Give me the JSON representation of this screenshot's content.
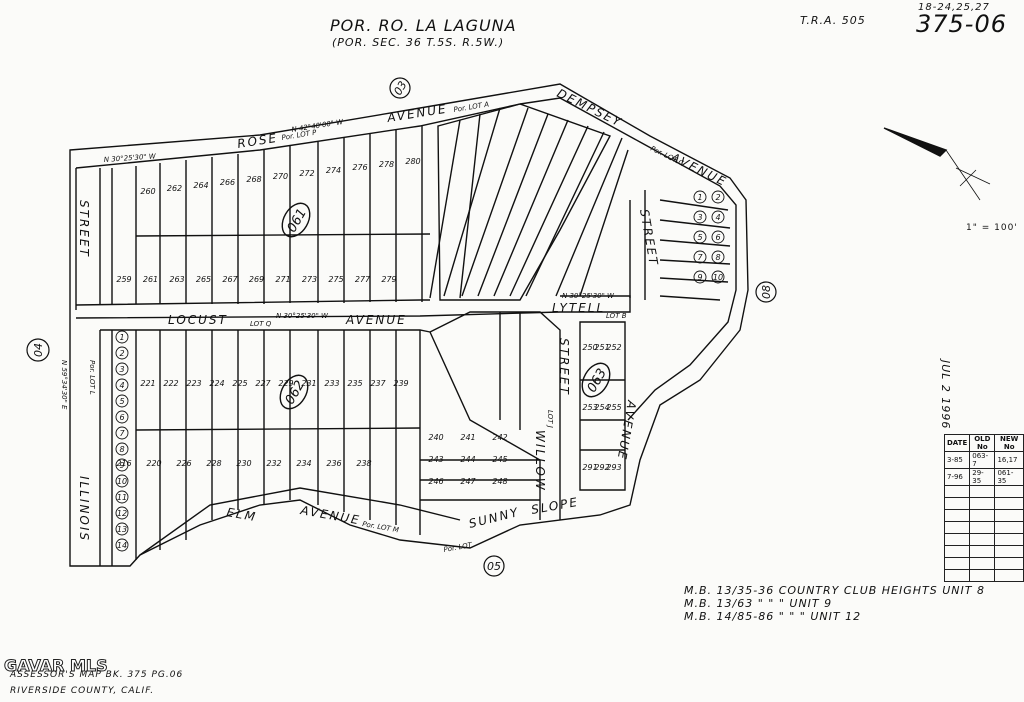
{
  "header": {
    "title": "POR. RO. LA LAGUNA",
    "subtitle": "(POR. SEC. 36 T.5S. R.5W.)",
    "tra": "T.R.A. 505",
    "page_ref": "18-24,25,27",
    "page_number": "375-06"
  },
  "scale": "1\" = 100'",
  "stamp": "JUL 2 1996",
  "streets": {
    "rose": "ROSE",
    "rose_avenue": "AVENUE",
    "dempsey": "DEMPSEY",
    "dempsey_avenue": "AVENUE",
    "locust": "LOCUST",
    "locust_avenue": "AVENUE",
    "elm": "ELM",
    "elm_avenue": "AVENUE",
    "illinois": "ILLINOIS",
    "street_west": "STREET",
    "street_east": "STREET",
    "willow": "WILLOW",
    "willow_street": "STREET",
    "lytell": "LYTELL",
    "sunny": "SUNNY",
    "slope": "SLOPE",
    "east_avenue": "AVENUE"
  },
  "lot_labels": {
    "lot_a": "Por. LOT A",
    "lot_p": "Por. LOT P",
    "lot_c": "Por. LOT C",
    "lot_q": "LOT Q",
    "lot_l": "Por. LOT L",
    "lot_m": "Por. LOT M",
    "lot_n": "Por. LOT",
    "lot_j": "LOT J",
    "lot_b": "LOT B"
  },
  "bearings": {
    "b1": "N 42°40'00\" W",
    "b2": "N 30°25'30\" W",
    "b3": "N 30°25'30\" W",
    "b4": "N 59°34'30\" E",
    "b5": "N 30°25'30\" W"
  },
  "book_numbers": {
    "b03": "03",
    "b04": "04",
    "b05": "05",
    "b08": "08"
  },
  "map_blocks": {
    "m061": "061",
    "m062": "062",
    "m063": "063"
  },
  "parcels": {
    "rose_north": [
      "260",
      "262",
      "264",
      "266",
      "268",
      "270",
      "272",
      "274",
      "276",
      "278",
      "280"
    ],
    "rose_south": [
      "259",
      "261",
      "263",
      "265",
      "267",
      "269",
      "271",
      "273",
      "275",
      "277",
      "279"
    ],
    "locust_north": [
      "221",
      "222",
      "223",
      "224",
      "225",
      "227",
      "229",
      "231",
      "233",
      "235",
      "237",
      "239"
    ],
    "locust_south": [
      "216",
      "220",
      "226",
      "228",
      "230",
      "232",
      "234",
      "236",
      "238"
    ],
    "willow_block": [
      "240",
      "241",
      "242",
      "243",
      "244",
      "245",
      "246",
      "247",
      "248"
    ],
    "circled_west": [
      "1",
      "2",
      "3",
      "4",
      "5",
      "6",
      "7",
      "8",
      "9",
      "10",
      "11",
      "12",
      "13",
      "14"
    ],
    "circled_east": [
      "1",
      "2",
      "3",
      "4",
      "5",
      "6",
      "7",
      "8",
      "9",
      "10"
    ],
    "east_block": [
      "250",
      "251",
      "252",
      "253",
      "254",
      "255",
      "291",
      "292",
      "293"
    ]
  },
  "records": {
    "headers": [
      "DATE",
      "OLD No",
      "NEW No"
    ],
    "rows": [
      [
        "3-85",
        "063-7",
        "16,17"
      ],
      [
        "7-96",
        "29-35",
        "061-35"
      ],
      [
        "",
        "",
        ""
      ],
      [
        "",
        "",
        ""
      ],
      [
        "",
        "",
        ""
      ],
      [
        "",
        "",
        ""
      ],
      [
        "",
        "",
        ""
      ],
      [
        "",
        "",
        ""
      ],
      [
        "",
        "",
        ""
      ],
      [
        "",
        "",
        ""
      ]
    ]
  },
  "map_books": [
    "M.B. 13/35-36  COUNTRY CLUB HEIGHTS  UNIT 8",
    "M.B. 13/63       \"      \"      \"     UNIT 9",
    "M.B. 14/85-86    \"      \"      \"     UNIT 12"
  ],
  "footer": {
    "logo": "GAVAR MLS",
    "line1": "ASSESSOR'S MAP BK. 375 PG.06",
    "line2": "RIVERSIDE  COUNTY, CALIF."
  }
}
